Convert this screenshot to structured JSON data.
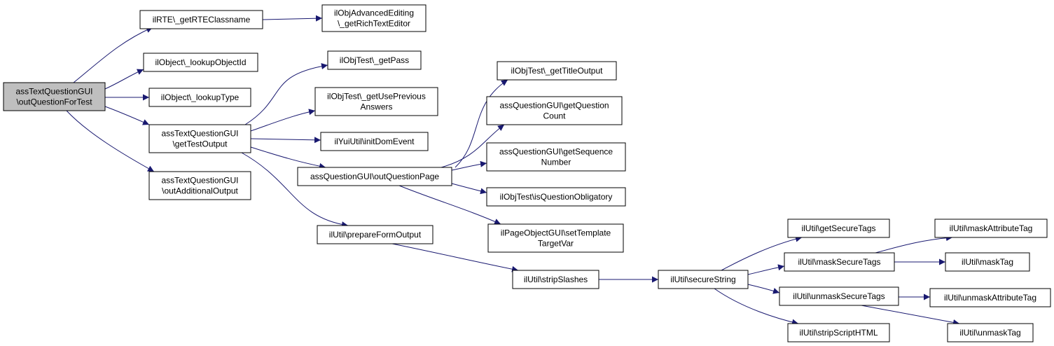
{
  "graph": {
    "edge_color": "#191970",
    "root_fill": "#bfbfbf",
    "nodes": [
      {
        "id": "root",
        "lines": [
          "assTextQuestionGUI",
          "\\outQuestionForTest"
        ]
      },
      {
        "id": "rte",
        "lines": [
          "ilRTE\\_getRTEClassname"
        ]
      },
      {
        "id": "objadv",
        "lines": [
          "ilObjAdvancedEditing",
          "\\_getRichTextEditor"
        ]
      },
      {
        "id": "lookupid",
        "lines": [
          "ilObject\\_lookupObjectId"
        ]
      },
      {
        "id": "lookuptype",
        "lines": [
          "ilObject\\_lookupType"
        ]
      },
      {
        "id": "gettestoutput",
        "lines": [
          "assTextQuestionGUI",
          "\\getTestOutput"
        ]
      },
      {
        "id": "outadd",
        "lines": [
          "assTextQuestionGUI",
          "\\outAdditionalOutput"
        ]
      },
      {
        "id": "getpass",
        "lines": [
          "ilObjTest\\_getPass"
        ]
      },
      {
        "id": "useprev",
        "lines": [
          "ilObjTest\\_getUsePrevious",
          "Answers"
        ]
      },
      {
        "id": "yui",
        "lines": [
          "ilYuiUtil\\initDomEvent"
        ]
      },
      {
        "id": "outqpage",
        "lines": [
          "assQuestionGUI\\outQuestionPage"
        ]
      },
      {
        "id": "prepform",
        "lines": [
          "ilUtil\\prepareFormOutput"
        ]
      },
      {
        "id": "titleout",
        "lines": [
          "ilObjTest\\_getTitleOutput"
        ]
      },
      {
        "id": "qcount",
        "lines": [
          "assQuestionGUI\\getQuestion",
          "Count"
        ]
      },
      {
        "id": "seqnum",
        "lines": [
          "assQuestionGUI\\getSequence",
          "Number"
        ]
      },
      {
        "id": "obligatory",
        "lines": [
          "ilObjTest\\isQuestionObligatory"
        ]
      },
      {
        "id": "settpl",
        "lines": [
          "ilPageObjectGUI\\setTemplate",
          "TargetVar"
        ]
      },
      {
        "id": "stripslashes",
        "lines": [
          "ilUtil\\stripSlashes"
        ]
      },
      {
        "id": "securestring",
        "lines": [
          "ilUtil\\secureString"
        ]
      },
      {
        "id": "getsecuretags",
        "lines": [
          "ilUtil\\getSecureTags"
        ]
      },
      {
        "id": "masksecure",
        "lines": [
          "ilUtil\\maskSecureTags"
        ]
      },
      {
        "id": "unmasksecure",
        "lines": [
          "ilUtil\\unmaskSecureTags"
        ]
      },
      {
        "id": "stripscript",
        "lines": [
          "ilUtil\\stripScriptHTML"
        ]
      },
      {
        "id": "maskattr",
        "lines": [
          "ilUtil\\maskAttributeTag"
        ]
      },
      {
        "id": "masktag",
        "lines": [
          "ilUtil\\maskTag"
        ]
      },
      {
        "id": "unmaskattr",
        "lines": [
          "ilUtil\\unmaskAttributeTag"
        ]
      },
      {
        "id": "unmasktag",
        "lines": [
          "ilUtil\\unmaskTag"
        ]
      }
    ],
    "edges": [
      {
        "from": "root",
        "to": "rte"
      },
      {
        "from": "root",
        "to": "lookupid"
      },
      {
        "from": "root",
        "to": "lookuptype"
      },
      {
        "from": "root",
        "to": "gettestoutput"
      },
      {
        "from": "root",
        "to": "outadd"
      },
      {
        "from": "rte",
        "to": "objadv"
      },
      {
        "from": "gettestoutput",
        "to": "getpass"
      },
      {
        "from": "gettestoutput",
        "to": "useprev"
      },
      {
        "from": "gettestoutput",
        "to": "yui"
      },
      {
        "from": "gettestoutput",
        "to": "outqpage"
      },
      {
        "from": "gettestoutput",
        "to": "prepform"
      },
      {
        "from": "outqpage",
        "to": "titleout"
      },
      {
        "from": "outqpage",
        "to": "qcount"
      },
      {
        "from": "outqpage",
        "to": "seqnum"
      },
      {
        "from": "outqpage",
        "to": "obligatory"
      },
      {
        "from": "outqpage",
        "to": "settpl"
      },
      {
        "from": "prepform",
        "to": "stripslashes"
      },
      {
        "from": "stripslashes",
        "to": "securestring"
      },
      {
        "from": "securestring",
        "to": "getsecuretags"
      },
      {
        "from": "securestring",
        "to": "masksecure"
      },
      {
        "from": "securestring",
        "to": "unmasksecure"
      },
      {
        "from": "securestring",
        "to": "stripscript"
      },
      {
        "from": "masksecure",
        "to": "maskattr"
      },
      {
        "from": "masksecure",
        "to": "masktag"
      },
      {
        "from": "unmasksecure",
        "to": "unmaskattr"
      },
      {
        "from": "unmasksecure",
        "to": "unmasktag"
      }
    ]
  }
}
